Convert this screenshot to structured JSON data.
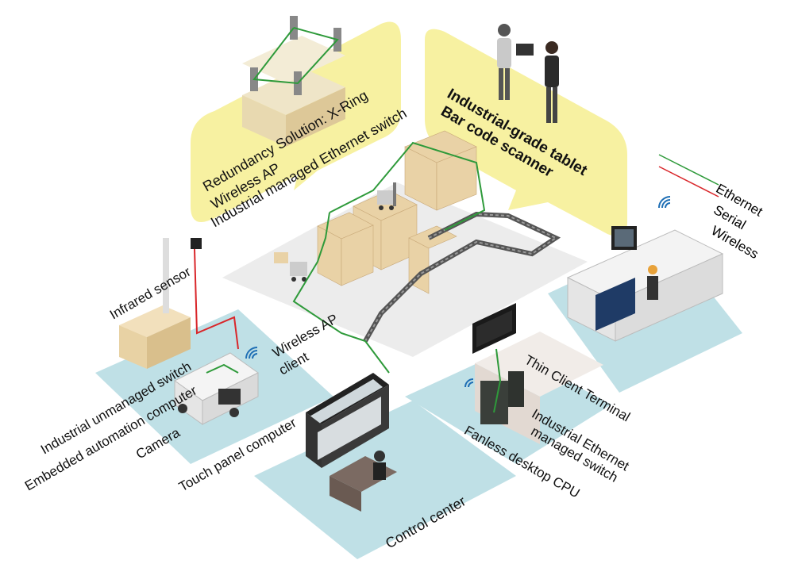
{
  "labels": {
    "redundancy_line1": "Redundancy Solution: X-Ring",
    "redundancy_line2": "Wireless AP",
    "redundancy_line3": "Industrial managed Ethernet switch",
    "tablet_line1": "Industrial-grade tablet",
    "tablet_line2": "Bar code scanner",
    "infrared_sensor": "Infrared sensor",
    "unmanaged_switch": "Industrial unmanaged switch",
    "embedded_computer": "Embedded automation computer",
    "camera": "Camera",
    "touch_panel": "Touch panel computer",
    "wireless_ap_client_1": "Wireless AP",
    "wireless_ap_client_2": "client",
    "control_center": "Control center",
    "thin_client": "Thin Client Terminal",
    "managed_switch_1": "Industrial Ethernet",
    "managed_switch_2": "managed switch",
    "fanless_cpu": "Fanless desktop CPU"
  },
  "legend": {
    "ethernet": "Ethernet",
    "serial": "Serial",
    "wireless": "Wireless",
    "ethernet_color": "#2e9a3a",
    "serial_color": "#d9262a",
    "wireless_color": "#1f6fb5"
  },
  "colors": {
    "callout_yellow": "#f7f1a1",
    "floor_blue": "#bfe0e6",
    "floor_gray": "#ececec",
    "shelf_box": "#e9d2a6"
  },
  "icons": [
    "wifi-icon",
    "monitor-icon",
    "forklift-icon",
    "worker-icon",
    "agv-cart-icon",
    "conveyor-icon",
    "switch-icon"
  ]
}
